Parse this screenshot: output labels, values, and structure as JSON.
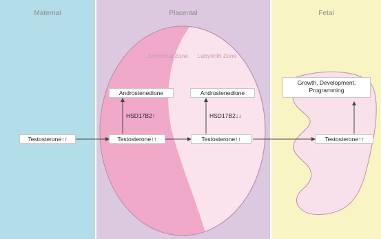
{
  "panels": {
    "maternal": "Maternal",
    "placental": "Placental",
    "fetal": "Fetal"
  },
  "zones": {
    "junctional": "Junctional Zone",
    "labyrinth": "Labyrinth Zone"
  },
  "nodes": {
    "maternal_testosterone": "Testosterone",
    "junctional_testosterone": "Testosterone",
    "labyrinth_testosterone": "Testosterone",
    "fetal_testosterone": "Testosterone",
    "junctional_androstenedione": "Androstenedione",
    "labyrinth_androstenedione": "Androstenedione",
    "fetal_outcome": "Growth, Development, Programming"
  },
  "enzymes": {
    "junctional": "HSD17B2",
    "labyrinth": "HSD17B2"
  },
  "marks": {
    "double_up": "↑↑",
    "up": "↑",
    "double_down": "↓↓"
  },
  "colors": {
    "maternal_bg": "#b3dde8",
    "placental_bg": "#dcc8df",
    "fetal_bg": "#f8f4c4",
    "junctional_zone": "#f0a9c8",
    "labyrinth_zone": "#fbe3ee",
    "fetus": "#f9e1ec"
  }
}
